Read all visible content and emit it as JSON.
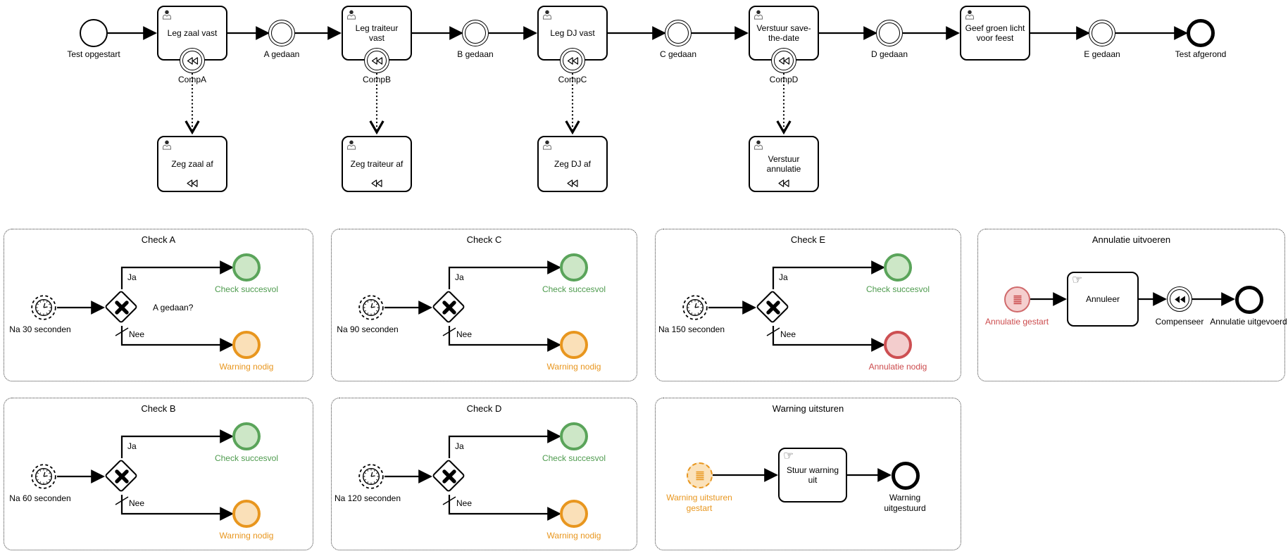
{
  "colors": {
    "green_stroke": "#5AA45A",
    "green_fill": "#CDE7C7",
    "green_text": "#4E9B4E",
    "orange_stroke": "#E8961E",
    "orange_fill": "#FAE0B8",
    "orange_text": "#E8961E",
    "red_stroke": "#CD4F52",
    "red_fill": "#F3CDCD",
    "red_text": "#CC4B4D",
    "line": "#000000"
  },
  "icons": {
    "manual_hand": "☞"
  },
  "main_process": {
    "start_label": "Test opgestart",
    "end_label": "Test afgerond",
    "tasks": [
      "Leg zaal vast",
      "Leg traiteur vast",
      "Leg DJ vast",
      "Verstuur save-the-date",
      "Geef groen licht voor feest"
    ],
    "milestones": [
      "A gedaan",
      "B gedaan",
      "C gedaan",
      "D gedaan",
      "E gedaan"
    ],
    "boundary_events": [
      "CompA",
      "CompB",
      "CompC",
      "CompD"
    ],
    "compensation_tasks": [
      "Zeg zaal af",
      "Zeg traiteur af",
      "Zeg DJ af",
      "Verstuur annulatie"
    ]
  },
  "checks": {
    "a": {
      "title": "Check A",
      "timer": "Na 30 seconden",
      "question": "A gedaan?",
      "yes": "Ja",
      "no": "Nee",
      "success": "Check succesvol",
      "fail": "Warning nodig"
    },
    "b": {
      "title": "Check B",
      "timer": "Na 60 seconden",
      "yes": "Ja",
      "no": "Nee",
      "success": "Check succesvol",
      "fail": "Warning nodig"
    },
    "c": {
      "title": "Check C",
      "timer": "Na 90 seconden",
      "yes": "Ja",
      "no": "Nee",
      "success": "Check succesvol",
      "fail": "Warning nodig"
    },
    "d": {
      "title": "Check D",
      "timer": "Na 120 seconden",
      "yes": "Ja",
      "no": "Nee",
      "success": "Check succesvol",
      "fail": "Warning nodig"
    },
    "e": {
      "title": "Check E",
      "timer": "Na 150 seconden",
      "yes": "Ja",
      "no": "Nee",
      "success": "Check succesvol",
      "fail": "Annulatie nodig"
    }
  },
  "annulatie": {
    "title": "Annulatie uitvoeren",
    "start": "Annulatie gestart",
    "task": "Annuleer",
    "compensate": "Compenseer",
    "end": "Annulatie uitgevoerd"
  },
  "warning": {
    "title": "Warning uitsturen",
    "start": "Warning uitsturen gestart",
    "task": "Stuur warning uit",
    "end": "Warning uitgestuurd"
  }
}
